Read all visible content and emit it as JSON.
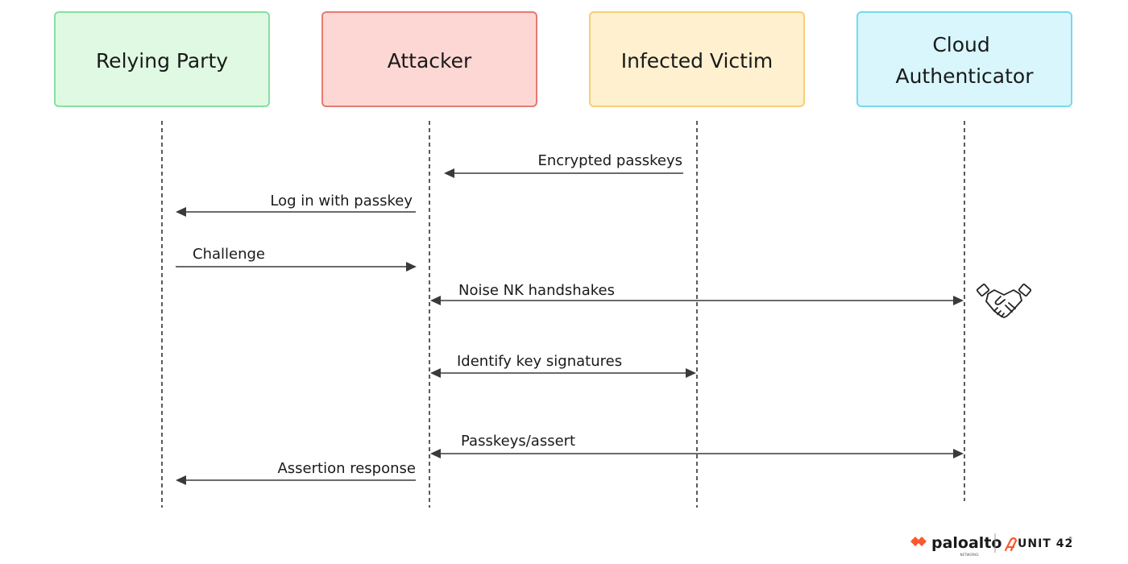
{
  "actors": [
    {
      "id": "rp",
      "label": [
        "Relying Party"
      ],
      "fill": "#dff9e3",
      "stroke": "#86dfa0"
    },
    {
      "id": "attacker",
      "label": [
        "Attacker"
      ],
      "fill": "#fdd7d4",
      "stroke": "#e37b73"
    },
    {
      "id": "victim",
      "label": [
        "Infected Victim"
      ],
      "fill": "#fff0cf",
      "stroke": "#f5cf78"
    },
    {
      "id": "cloud",
      "label": [
        "Cloud",
        "Authenticator"
      ],
      "fill": "#d8f6fc",
      "stroke": "#76d9ec"
    }
  ],
  "messages": [
    {
      "from": "victim",
      "to": "attacker",
      "label": "Encrypted passkeys",
      "dir": "left"
    },
    {
      "from": "attacker",
      "to": "rp",
      "label": "Log in with passkey",
      "dir": "left"
    },
    {
      "from": "rp",
      "to": "attacker",
      "label": "Challenge",
      "dir": "right"
    },
    {
      "from": "attacker",
      "to": "cloud",
      "label": "Noise NK handshakes",
      "dir": "both"
    },
    {
      "from": "attacker",
      "to": "victim",
      "label": "Identify key signatures",
      "dir": "both"
    },
    {
      "from": "attacker",
      "to": "cloud",
      "label": "Passkeys/assert",
      "dir": "both"
    },
    {
      "from": "attacker",
      "to": "rp",
      "label": "Assertion response",
      "dir": "left"
    }
  ],
  "icons": {
    "handshake": "handshake-icon"
  },
  "branding": {
    "paloalto": "paloalto",
    "paloalto_sub": "NETWORKS",
    "unit42": "UNIT 42",
    "brand_color": "#fa582d"
  }
}
